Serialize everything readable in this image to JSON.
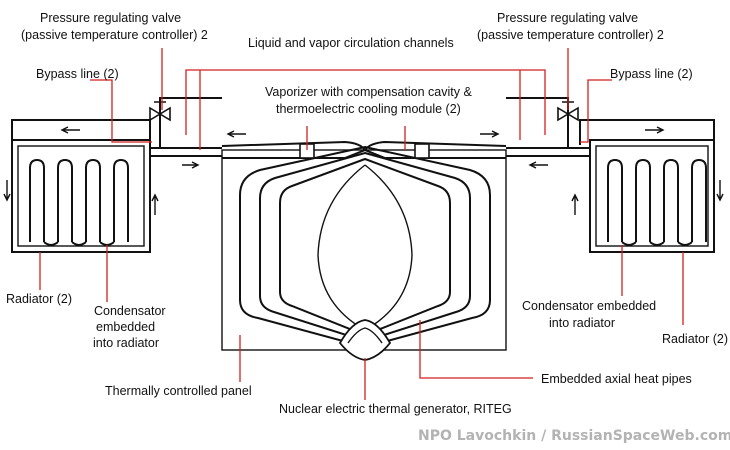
{
  "labels": {
    "valve_left_line1": "Pressure regulating valve",
    "valve_left_line2": "(passive temperature controller) 2",
    "valve_right_line1": "Pressure regulating valve",
    "valve_right_line2": "(passive temperature controller) 2",
    "channels": "Liquid and vapor circulation channels",
    "bypass_left": "Bypass line (2)",
    "bypass_right": "Bypass line (2)",
    "vaporizer_line1": "Vaporizer with compensation cavity &",
    "vaporizer_line2": "thermoelectric cooling module (2)",
    "radiator_left": "Radiator (2)",
    "radiator_right": "Radiator (2)",
    "condensator_left_line1": "Condensator",
    "condensator_left_line2": "embedded",
    "condensator_left_line3": "into radiator",
    "condensator_right_line1": "Condensator embedded",
    "condensator_right_line2": "into radiator",
    "panel": "Thermally controlled panel",
    "heat_pipes": "Embedded axial heat pipes",
    "riteg": "Nuclear electric thermal generator, RITEG"
  },
  "credit": "NPO Lavochkin / RussianSpaceWeb.com",
  "colors": {
    "line": "#111111",
    "leader": "#d21f1f",
    "credit": "#b3b3b3",
    "background": "#ffffff"
  }
}
